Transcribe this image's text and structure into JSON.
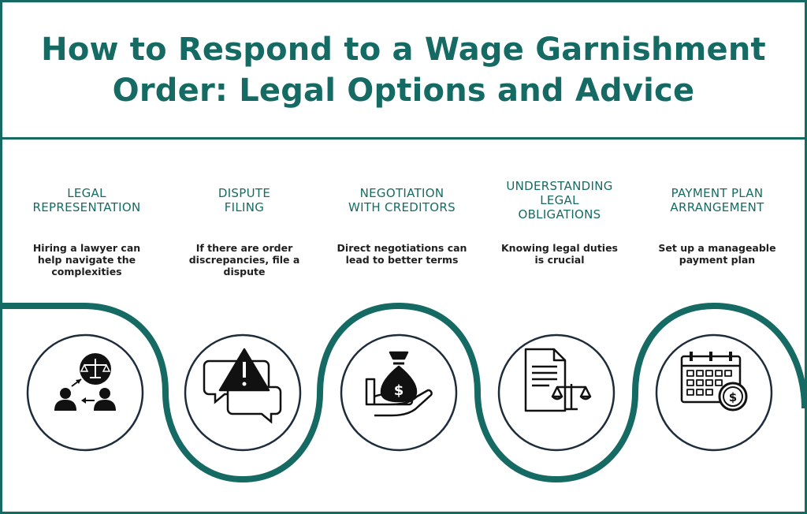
{
  "title": {
    "line1": "How to Respond to a Wage Garnishment",
    "line2": "Order: Legal Options and Advice"
  },
  "colors": {
    "accent": "#156b63",
    "circle_stroke": "#1e2d3b",
    "icon": "#111111",
    "text": "#1f1f1f"
  },
  "steps": [
    {
      "title_lines": [
        "LEGAL",
        "REPRESENTATION"
      ],
      "desc_lines": [
        "Hiring a lawyer can",
        "help navigate the",
        "complexities"
      ],
      "icon": "lawyer-consultation-icon"
    },
    {
      "title_lines": [
        "DISPUTE",
        "FILING"
      ],
      "desc_lines": [
        "If there are order",
        "discrepancies, file a",
        "dispute"
      ],
      "icon": "dispute-warning-icon"
    },
    {
      "title_lines": [
        "NEGOTIATION",
        "WITH CREDITORS"
      ],
      "desc_lines": [
        "Direct negotiations can",
        "lead to better terms"
      ],
      "icon": "money-bag-hand-icon"
    },
    {
      "title_lines": [
        "UNDERSTANDING",
        "LEGAL",
        "OBLIGATIONS"
      ],
      "desc_lines": [
        "Knowing legal duties",
        "is crucial"
      ],
      "icon": "legal-document-scales-icon"
    },
    {
      "title_lines": [
        "PAYMENT PLAN",
        "ARRANGEMENT"
      ],
      "desc_lines": [
        "Set up a manageable",
        "payment plan"
      ],
      "icon": "calendar-dollar-icon"
    }
  ]
}
